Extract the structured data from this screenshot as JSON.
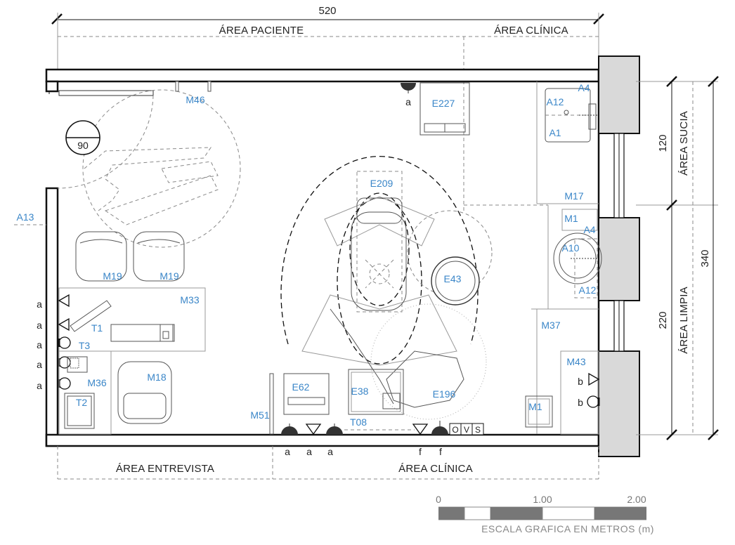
{
  "dimensions": {
    "width_total": "520",
    "height_sucia": "120",
    "height_limpia": "220",
    "height_total": "340"
  },
  "zones": {
    "top_paciente": "ÁREA PACIENTE",
    "top_clinica": "ÁREA CLÍNICA",
    "bottom_entrevista": "ÁREA ENTREVISTA",
    "bottom_clinica": "ÁREA CLÍNICA",
    "right_sucia": "ÁREA SUCIA",
    "right_limpia": "ÁREA LIMPIA"
  },
  "door_angle": "90",
  "codes": {
    "m46": "M46",
    "e227": "E227",
    "a4_top": "A4",
    "a12_top": "A12",
    "a1": "A1",
    "e209": "E209",
    "m17": "M17",
    "m1_top": "M1",
    "a4_mid": "A4",
    "a10": "A10",
    "a12_mid": "A12",
    "a13": "A13",
    "m19_a": "M19",
    "m19_b": "M19",
    "m33": "M33",
    "e43": "E43",
    "t1": "T1",
    "t3": "T3",
    "m36": "M36",
    "t2": "T2",
    "m18": "M18",
    "e62": "E62",
    "e38": "E38",
    "e196": "E196",
    "m37": "M37",
    "m43": "M43",
    "m1_bottom": "M1",
    "m51": "M51",
    "t08": "T08"
  },
  "symbols": {
    "a_top": "a",
    "a_left_1": "a",
    "a_left_2": "a",
    "a_left_3": "a",
    "a_left_4": "a",
    "a_left_5": "a",
    "a_bottom_1": "a",
    "a_bottom_2": "a",
    "a_bottom_3": "a",
    "f_bottom_1": "f",
    "f_bottom_2": "f",
    "b_right_1": "b",
    "b_right_2": "b",
    "ovs_o": "O",
    "ovs_v": "V",
    "ovs_s": "S"
  },
  "scale": {
    "label_0": "0",
    "label_1": "1.00",
    "label_2": "2.00",
    "caption": "ESCALA GRAFICA EN METROS (m)"
  }
}
